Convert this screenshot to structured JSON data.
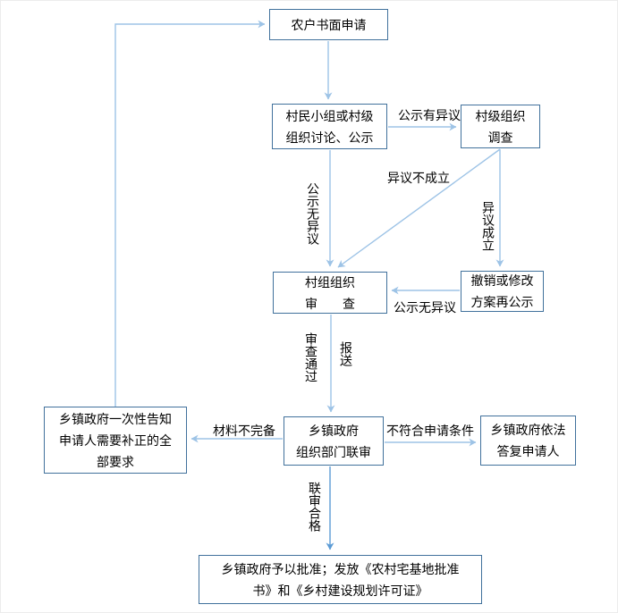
{
  "nodes": {
    "farmer_application": "农户书面申请",
    "village_discussion": "村民小组或村级\n组织讨论、公示",
    "village_investigation": "村级组织\n调查",
    "village_review": "村组组织\n审　　查",
    "revoke_republish": "撤销或修改\n方案再公示",
    "township_notify_correction": "乡镇政府一次性告知\n申请人需要补正的全\n部要求",
    "township_joint_review": "乡镇政府\n组织部门联审",
    "township_legal_reply": "乡镇政府依法\n答复申请人",
    "township_approval": "乡镇政府予以批准；发放《农村宅基地批准\n书》和《乡村建设规划许可证》"
  },
  "edge_labels": {
    "publicity_has_objection": "公示有异议",
    "publicity_no_objection": "公示无异议",
    "objection_not_established": "异议不成立",
    "objection_established": "异议成立",
    "republished_no_objection": "公示无异议",
    "review_passed": "审查通过",
    "submit": "报送",
    "materials_incomplete": "材料不完备",
    "not_meet_application_conditions": "不符合申请条件",
    "joint_review_qualified": "联审合格"
  },
  "colors": {
    "box_border": "#41719C",
    "connector_light": "#9DC3E6",
    "connector_strong": "#5B9BD5",
    "text": "#000000"
  }
}
